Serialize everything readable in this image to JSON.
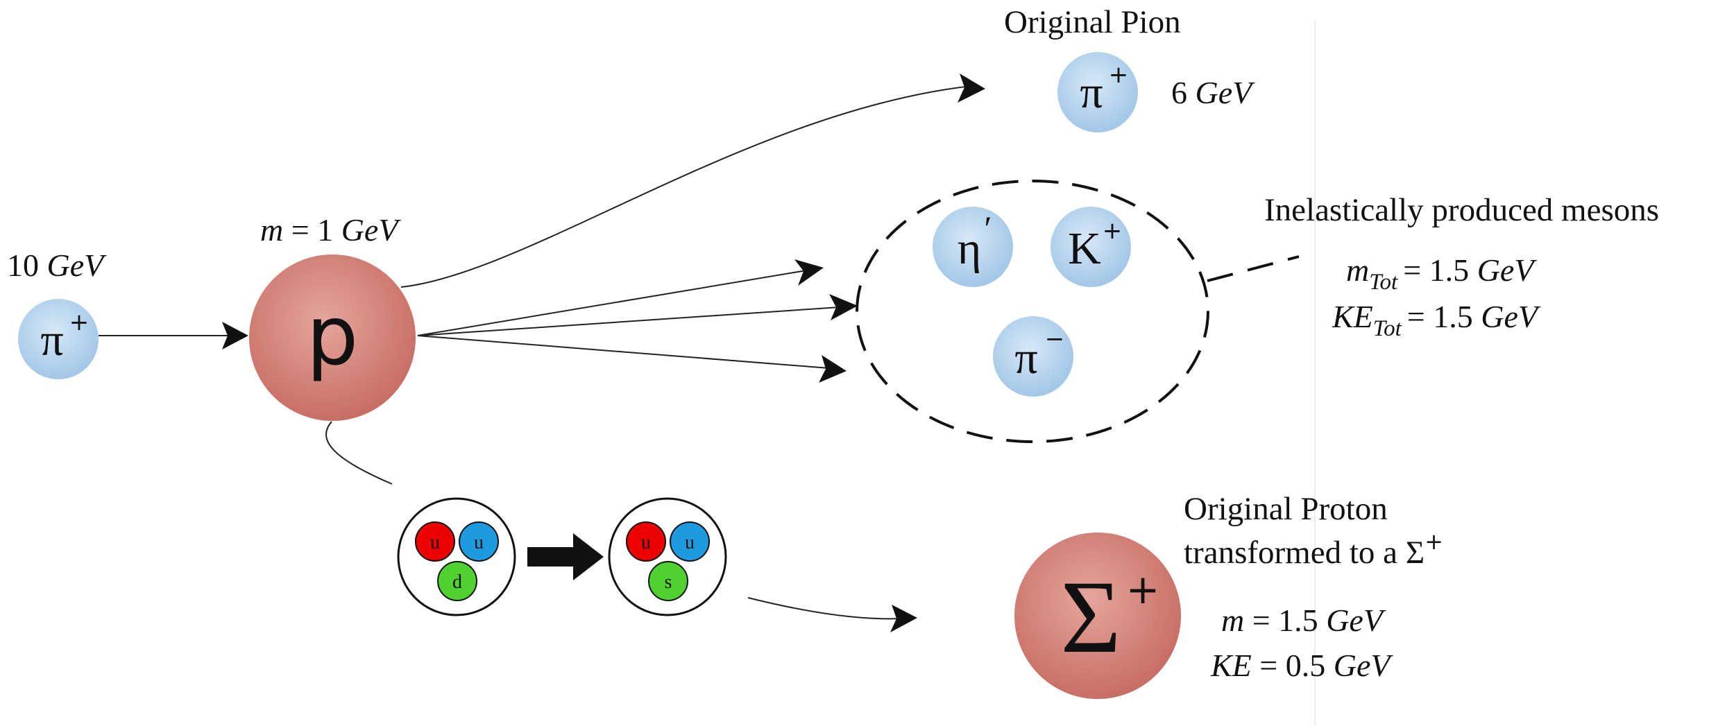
{
  "colors": {
    "meson_fill": "#a9cbea",
    "baryon_fill": "#cf7a70",
    "quark_up": "#1e9be0",
    "quark_red": "#ee0000",
    "quark_down": "#4fd12f",
    "quark_strange": "#4fd12f",
    "line": "#222222"
  },
  "incoming_pion": {
    "energy_value": "10",
    "energy_unit": "GeV",
    "symbol": "π",
    "charge": "+"
  },
  "proton": {
    "mass_label": "m",
    "mass_eq": "= 1",
    "mass_unit": "GeV",
    "symbol": "p"
  },
  "original_pion": {
    "title": "Original Pion",
    "symbol": "π",
    "charge": "+",
    "energy_value": "6",
    "energy_unit": "GeV"
  },
  "mesons": {
    "title": "Inelastically produced mesons",
    "eta": {
      "symbol": "η",
      "prime": "′"
    },
    "kaon": {
      "symbol": "K",
      "charge": "+"
    },
    "pion_minus": {
      "symbol": "π",
      "charge": "−"
    },
    "mass_var": "m",
    "mass_sub": "Tot",
    "mass_value": "= 1.5",
    "mass_unit": "GeV",
    "ke_var": "KE",
    "ke_sub": "Tot",
    "ke_value": "= 1.5",
    "ke_unit": "GeV"
  },
  "quarks": {
    "before": [
      "u",
      "u",
      "d"
    ],
    "after": [
      "u",
      "u",
      "s"
    ]
  },
  "sigma": {
    "title_line1": "Original Proton",
    "title_line2": "transformed to a Σ",
    "title_charge": "+",
    "symbol": "Σ",
    "charge": "+",
    "mass_var": "m",
    "mass_value": "= 1.5",
    "mass_unit": "GeV",
    "ke_var": "KE",
    "ke_value": "= 0.5",
    "ke_unit": "GeV"
  }
}
